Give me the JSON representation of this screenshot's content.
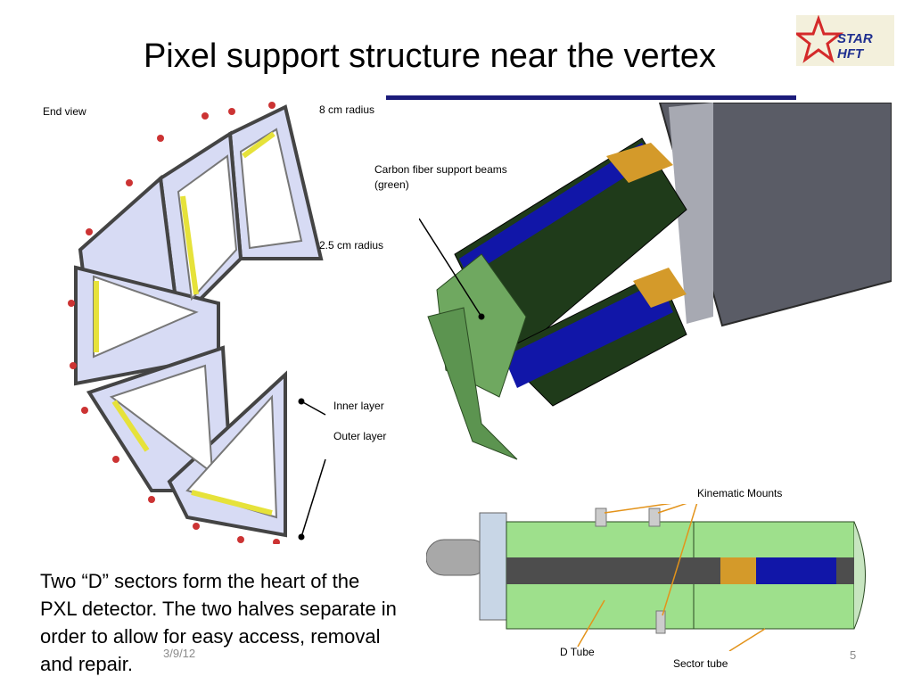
{
  "slide": {
    "title": "Pixel support structure near the vertex",
    "logo_text": "STAR HFT",
    "body_text": "Two “D” sectors form the heart of the PXL detector.   The two halves separate in order to allow for easy access, removal and repair.",
    "footer_date": "3/9/12",
    "page_number": "5"
  },
  "labels": {
    "end_view": "End view",
    "radius_8": "8 cm radius",
    "carbon_fiber": "Carbon fiber support beams",
    "carbon_fiber_2": "(green)",
    "radius_2_5": "2.5 cm radius",
    "inner_layer": "Inner layer",
    "outer_layer": "Outer layer",
    "kinematic_mounts": "Kinematic Mounts",
    "d_tube": "D Tube",
    "sector_tube": "Sector tube"
  },
  "colors": {
    "sector_fill": "#d7dbf4",
    "sector_edge": "#444444",
    "sensor_yellow": "#e6e23a",
    "beam_green": "#6fa860",
    "ladder_blue": "#1116a8",
    "copper": "#d49a2a",
    "tube_green": "#9ee08c",
    "rule_blue": "#1b1b7a",
    "logo_red": "#d42a2a"
  }
}
